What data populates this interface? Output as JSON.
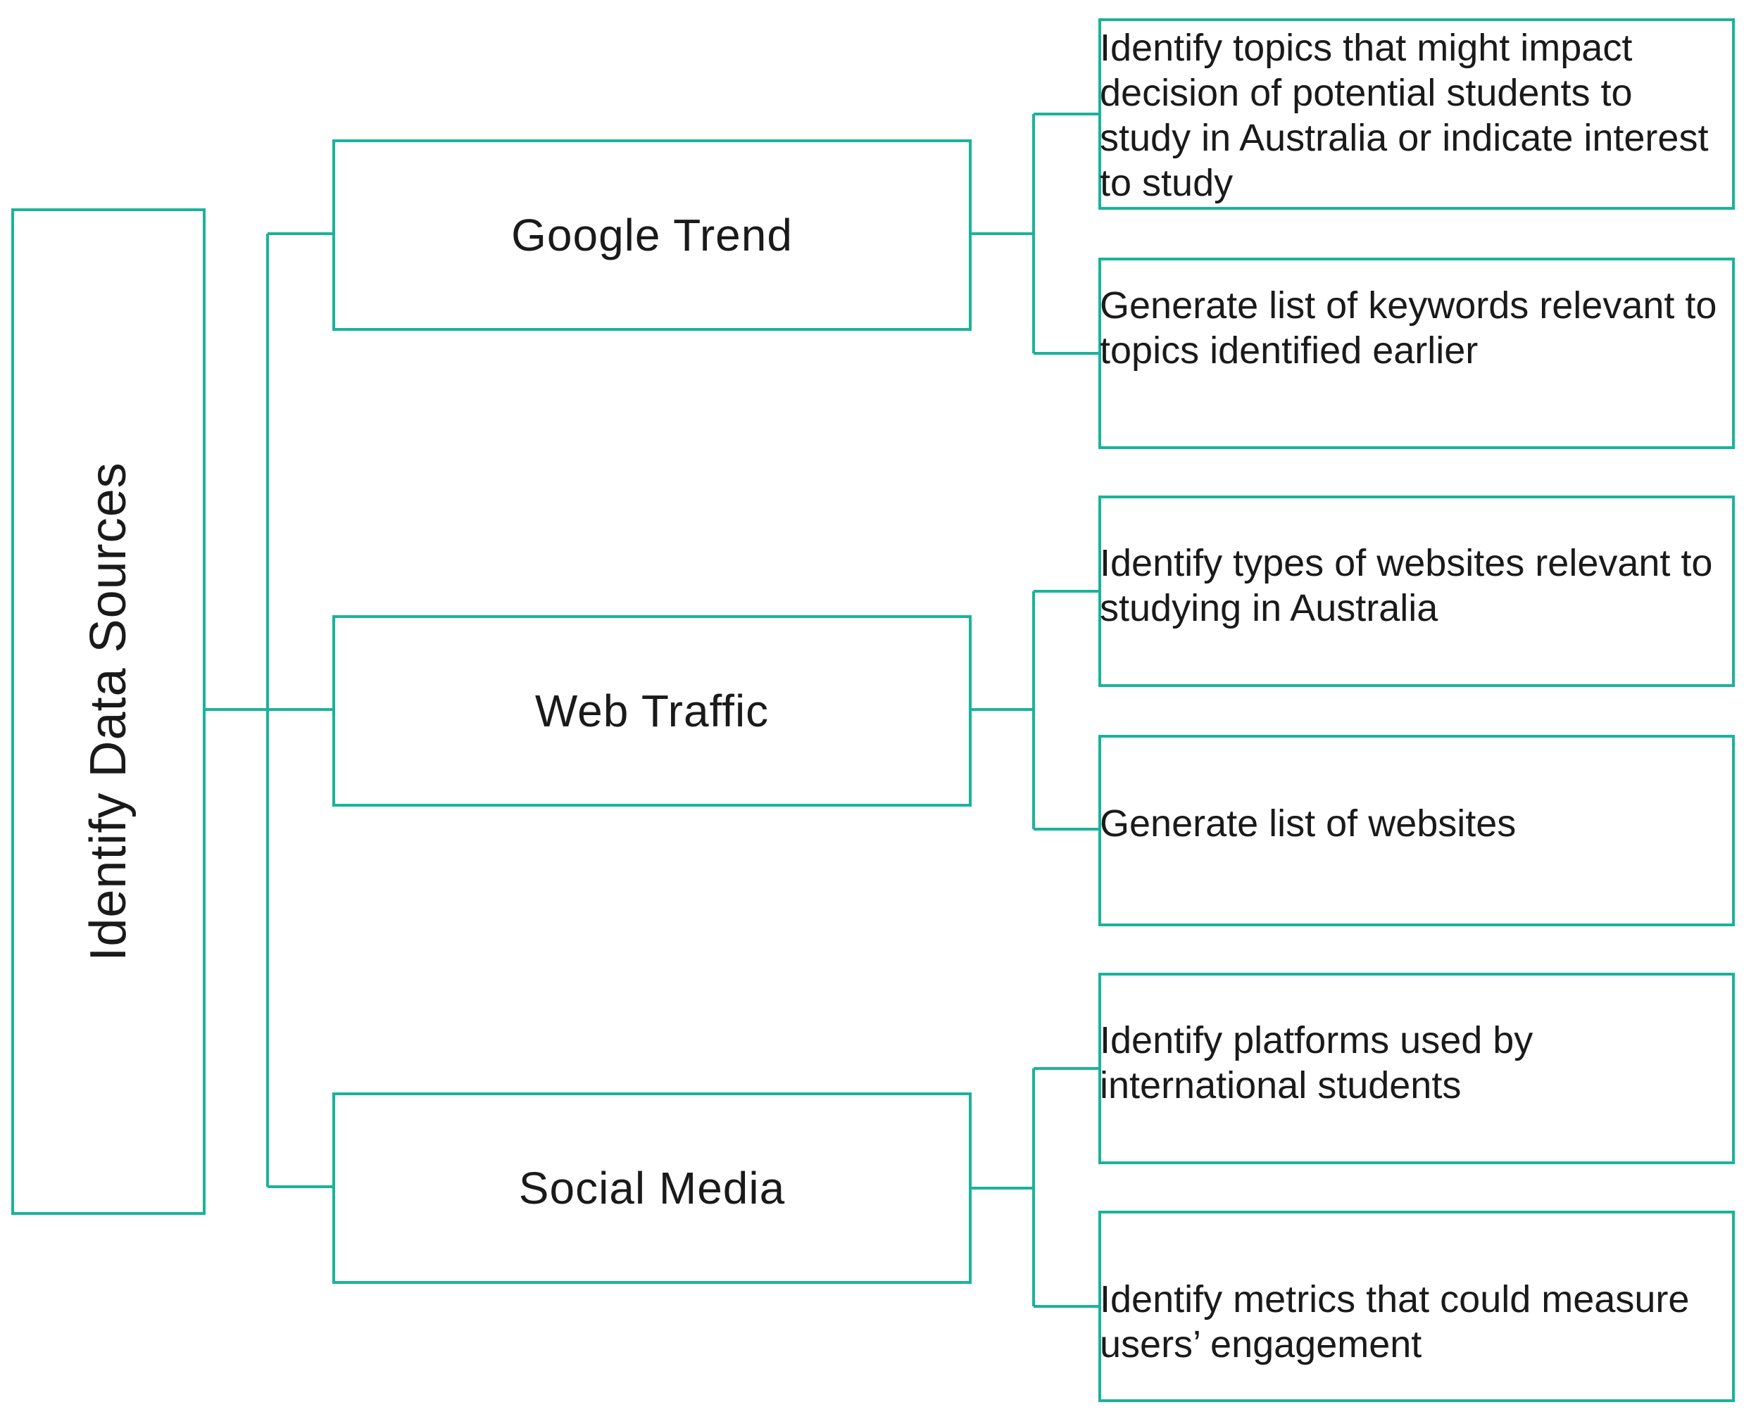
{
  "diagram": {
    "root": {
      "label": "Identify Data Sources"
    },
    "branches": [
      {
        "label": "Google Trend",
        "leaves": [
          "Identify topics that might impact decision of potential students to study in Australia or indicate interest to study",
          "Generate list of keywords relevant to topics identified earlier"
        ]
      },
      {
        "label": "Web Traffic",
        "leaves": [
          "Identify types of websites relevant to studying in Australia",
          "Generate list of websites"
        ]
      },
      {
        "label": "Social Media",
        "leaves": [
          "Identify platforms used by international students",
          "Identify metrics that could measure users’ engagement"
        ]
      }
    ],
    "colors": {
      "accent": "#1ab39a",
      "text": "#1a1a1a",
      "background": "#ffffff"
    }
  }
}
